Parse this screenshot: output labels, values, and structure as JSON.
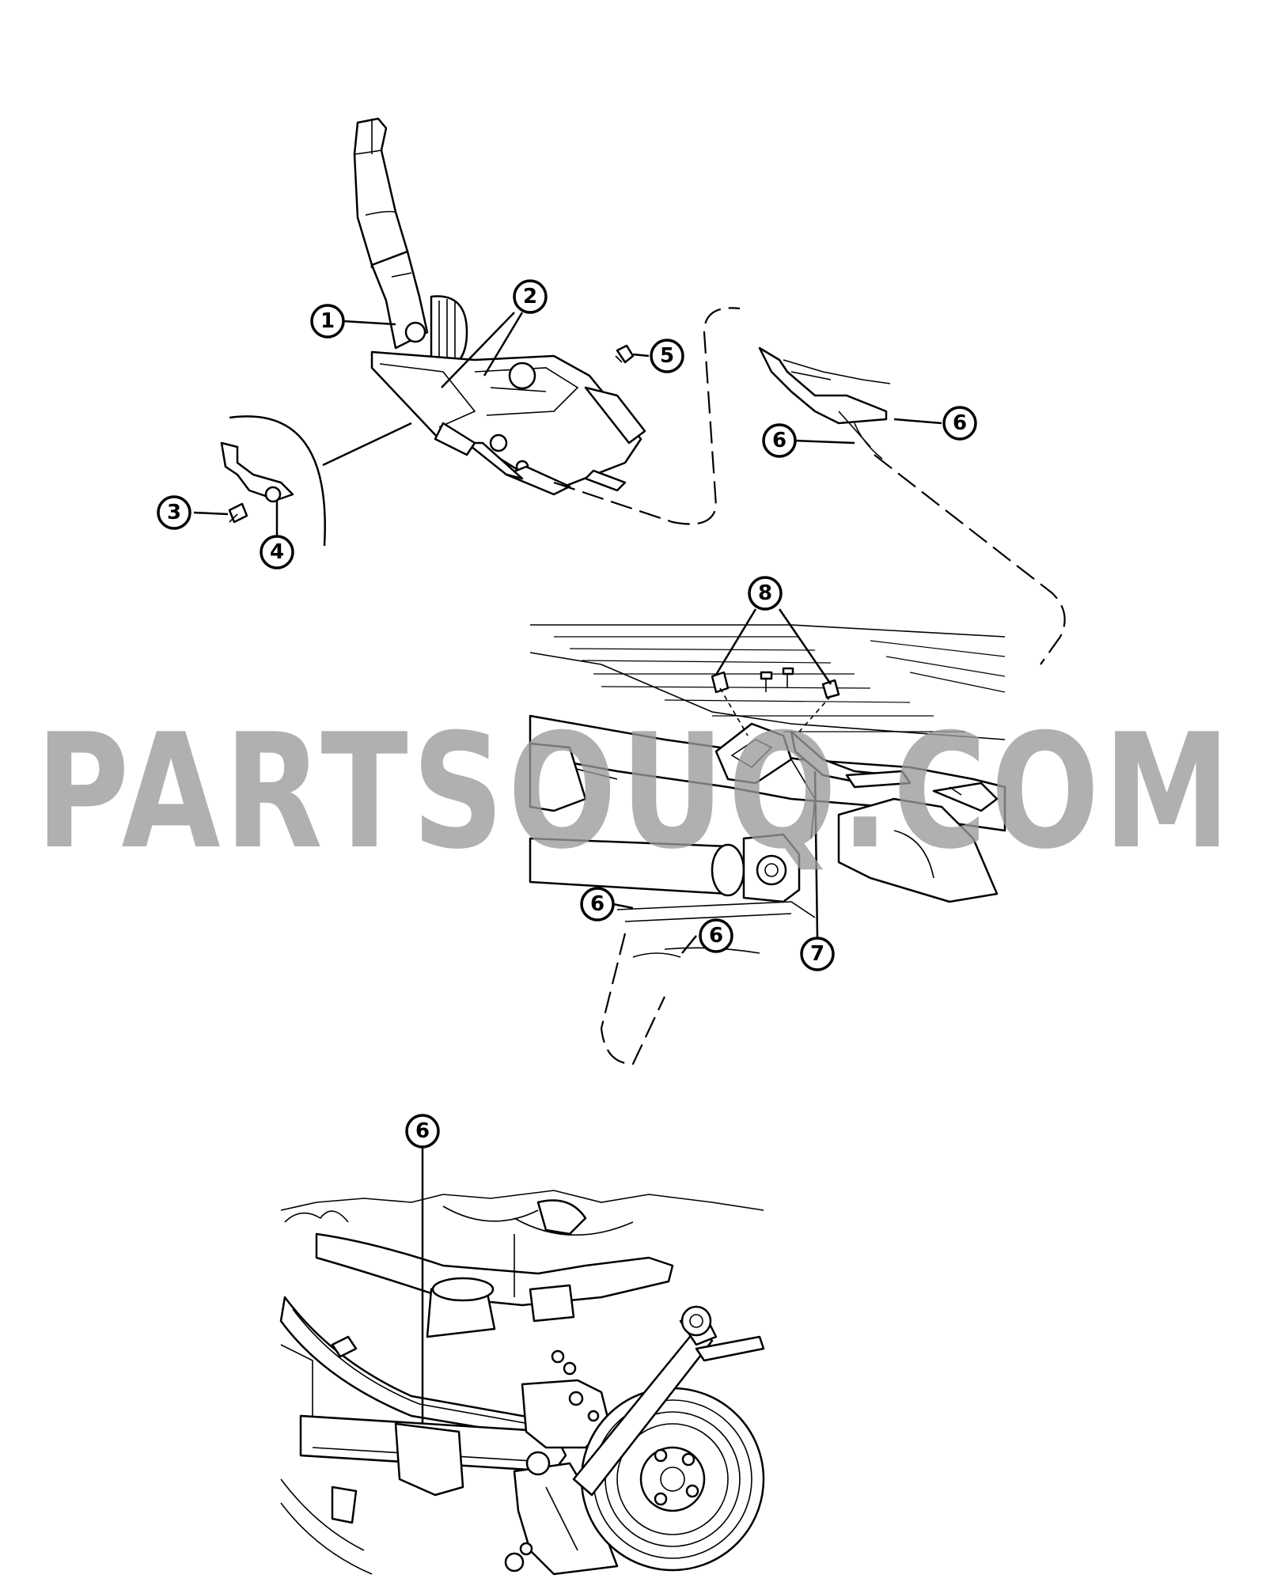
{
  "callouts": {
    "c1": "1",
    "c2": "2",
    "c3": "3",
    "c4": "4",
    "c5": "5",
    "c6": "6",
    "c7": "7",
    "c8": "8"
  },
  "watermark": "PARTSOUQ.COM",
  "colors": {
    "line": "#000000",
    "background": "#ffffff",
    "watermark": "#9a9a9a"
  }
}
